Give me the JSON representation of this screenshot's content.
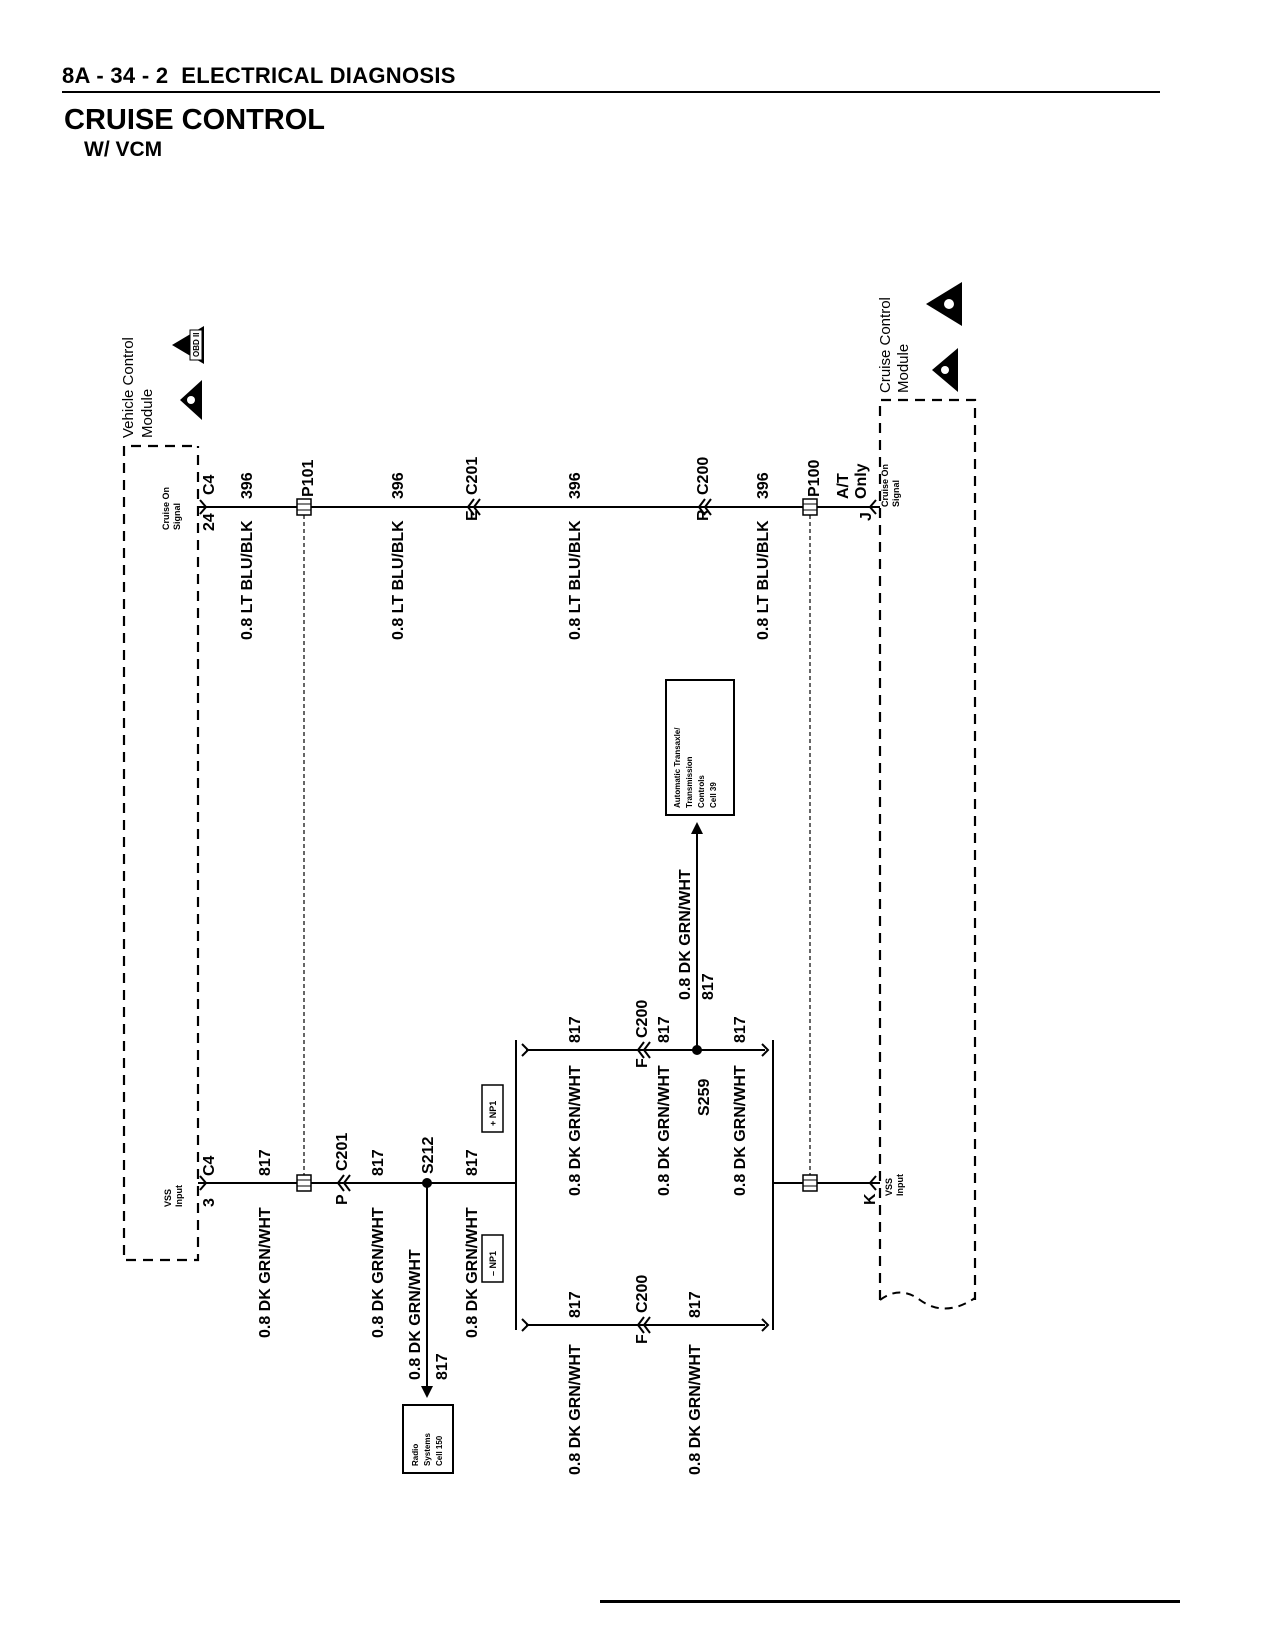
{
  "header": {
    "page_ref": "8A - 34 - 2",
    "section": "ELECTRICAL DIAGNOSIS",
    "title": "CRUISE CONTROL",
    "subtitle": "W/ VCM"
  },
  "modules": {
    "vcm": {
      "name_line1": "Vehicle Control",
      "name_line2": "Module",
      "obd_badge": "OBD II"
    },
    "ccm": {
      "name_line1": "Cruise Control",
      "name_line2": "Module"
    }
  },
  "circuit_396": {
    "wire_label": "0.8 LT BLU/BLK",
    "circuit_num": "396",
    "vcm_signal_name": [
      "Cruise On",
      "Signal"
    ],
    "vcm_pin": "24",
    "vcm_conn": "C4",
    "splice_p101": "P101",
    "conn_c201": "C201",
    "conn_c201_pin": "E",
    "conn_c200": "C200",
    "conn_c200_pin": "R",
    "splice_p100": "P100",
    "at_only": [
      "A/T",
      "Only"
    ],
    "ccm_pin": "J",
    "ccm_signal_name": [
      "Cruise On",
      "Signal"
    ]
  },
  "circuit_817": {
    "wire_label": "0.8 DK GRN/WHT",
    "circuit_num": "817",
    "vcm_signal_name": [
      "VSS",
      "Input"
    ],
    "vcm_pin": "3",
    "vcm_conn": "C4",
    "conn_c201": "C201",
    "conn_c201_pin": "P",
    "splice_s212": "S212",
    "splice_s259": "S259",
    "conn_c200": "C200",
    "conn_c200_pin": "F",
    "ccm_pin": "K",
    "ccm_signal_name": [
      "VSS",
      "Input"
    ],
    "option_plus": "+ NP1",
    "option_minus": "– NP1"
  },
  "refs": {
    "radio": [
      "Radio",
      "Systems",
      "Cell 150"
    ],
    "trans": [
      "Automatic Transaxle/",
      "Transmission",
      "Controls",
      "Cell 39"
    ]
  }
}
